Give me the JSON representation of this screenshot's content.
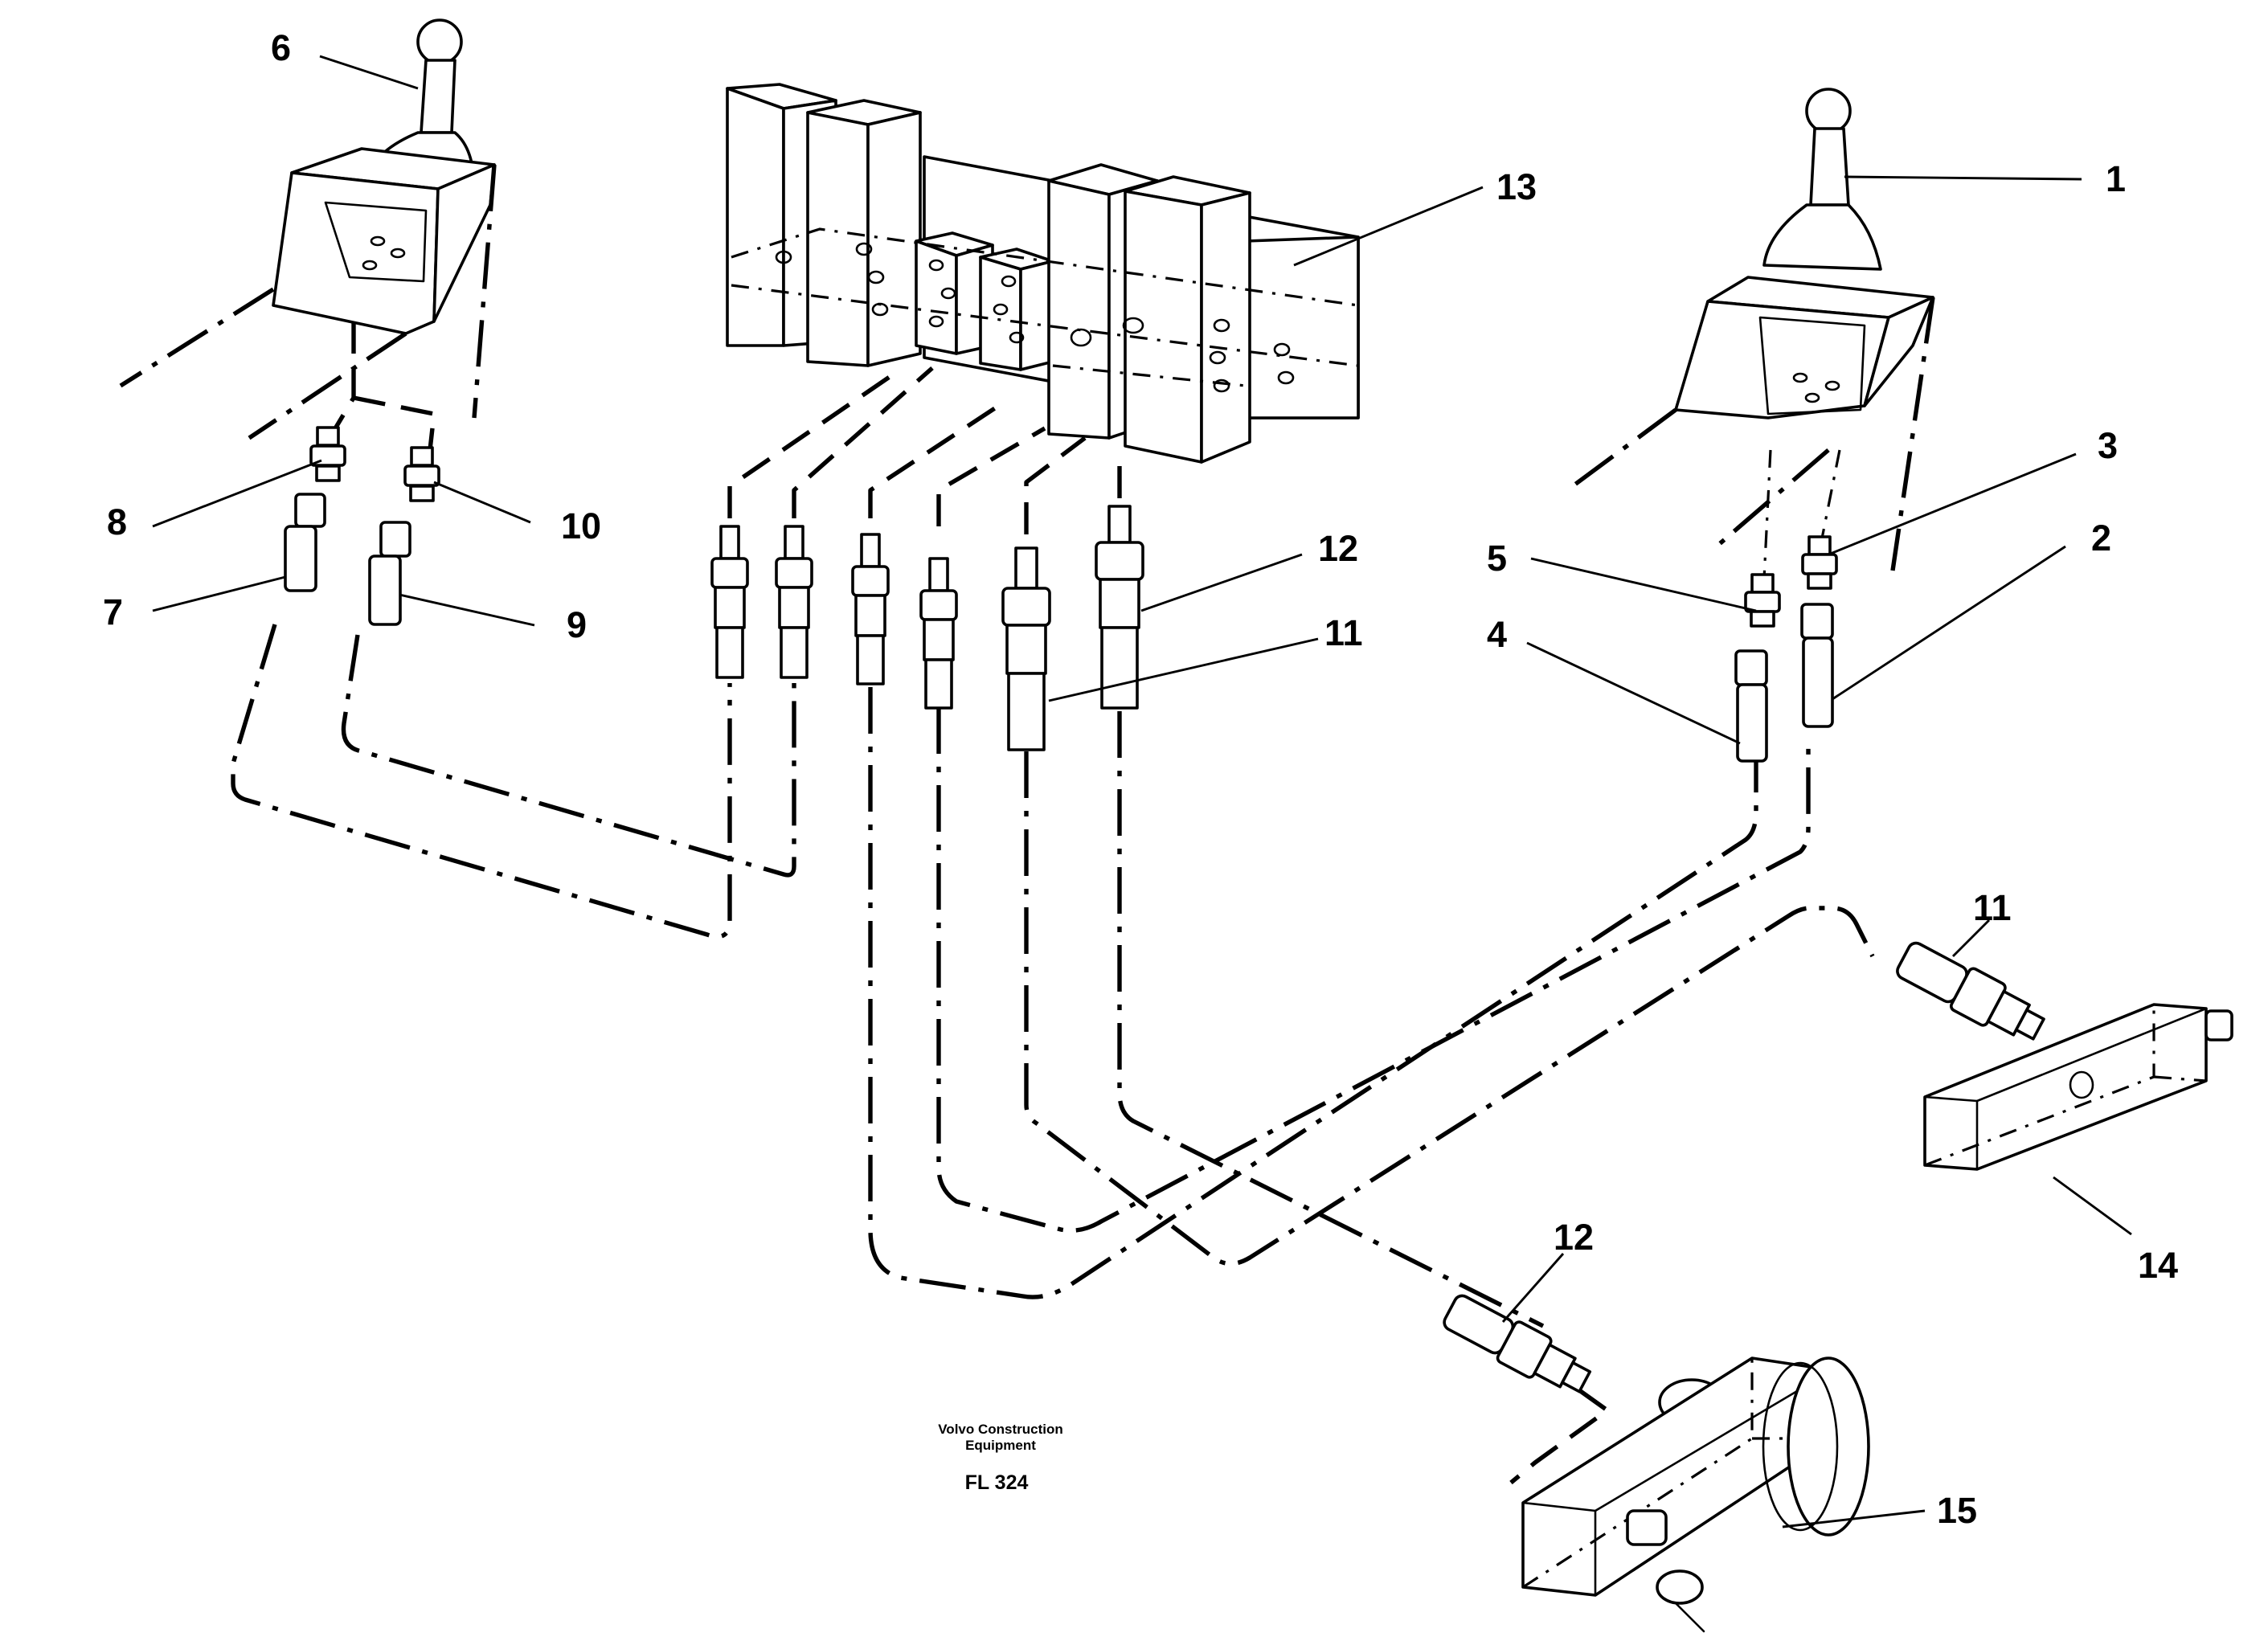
{
  "diagram": {
    "callouts": [
      "1",
      "2",
      "3",
      "4",
      "5",
      "6",
      "7",
      "8",
      "9",
      "10",
      "11",
      "12",
      "11",
      "12",
      "13",
      "14",
      "15"
    ],
    "caption": {
      "company_line1": "Volvo Construction",
      "company_line2": "Equipment",
      "figure_id": "FL 324"
    }
  }
}
